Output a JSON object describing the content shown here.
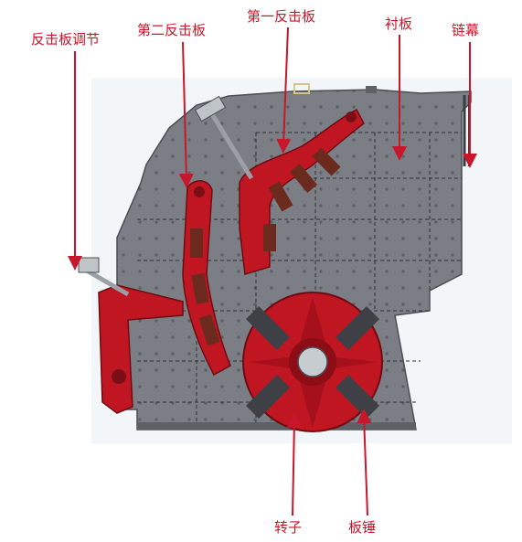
{
  "labels": {
    "impact_plate_adjust": "反击板调节",
    "second_impact_plate": "第二反击板",
    "first_impact_plate": "第一反击板",
    "liner_plate": "衬板",
    "chain_curtain": "链幕",
    "rotor": "转子",
    "blow_bar": "板锤"
  },
  "colors": {
    "accent_red": "#c8162a",
    "machine_gray": "#7b7e84",
    "part_red": "#b5121b"
  }
}
